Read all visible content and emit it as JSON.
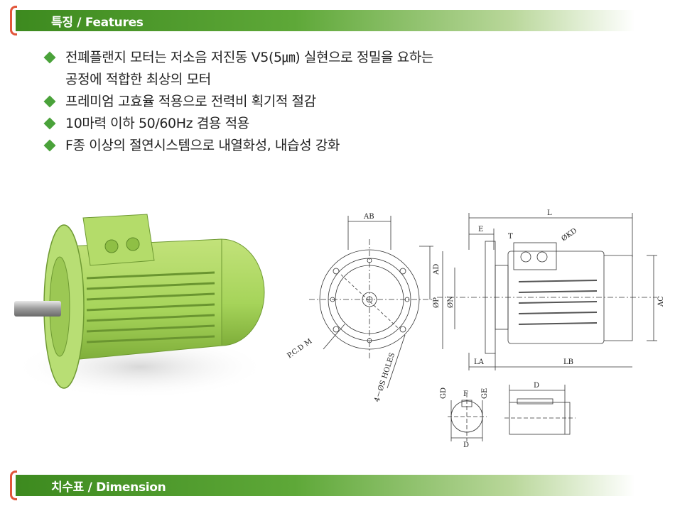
{
  "sections": {
    "features_title": "특징 / Features",
    "dimension_title": "치수표 / Dimension"
  },
  "features": [
    {
      "line1": "전폐플랜지 모터는 저소음 저진동 V5(5㎛) 실현으로 정밀을 요하는",
      "line2": "공정에 적합한 최상의 모터"
    },
    {
      "line1": "프레미엄 고효율 적용으로 전력비 획기적 절감"
    },
    {
      "line1": "10마력 이하 50/60Hz 겸용 적용"
    },
    {
      "line1": "F종 이상의 절연시스템으로 내열화성, 내습성 강화"
    }
  ],
  "drawing_labels": {
    "ab": "AB",
    "ad": "AD",
    "pcd": "P.C.D M",
    "holes": "4－ØS HOLES",
    "l": "L",
    "e": "E",
    "t": "T",
    "kd": "ØKD",
    "p": "ØP",
    "n": "ØN",
    "ac": "AC",
    "la": "LA",
    "lb": "LB",
    "gd": "GD",
    "f": "F",
    "ge": "GE",
    "d_shaft": "D",
    "d_key": "D"
  },
  "colors": {
    "accent_green": "#4aa23a",
    "bar_green": "#3d8a1f",
    "hook_red": "#e2553a",
    "motor_green": "#a6d45a"
  }
}
